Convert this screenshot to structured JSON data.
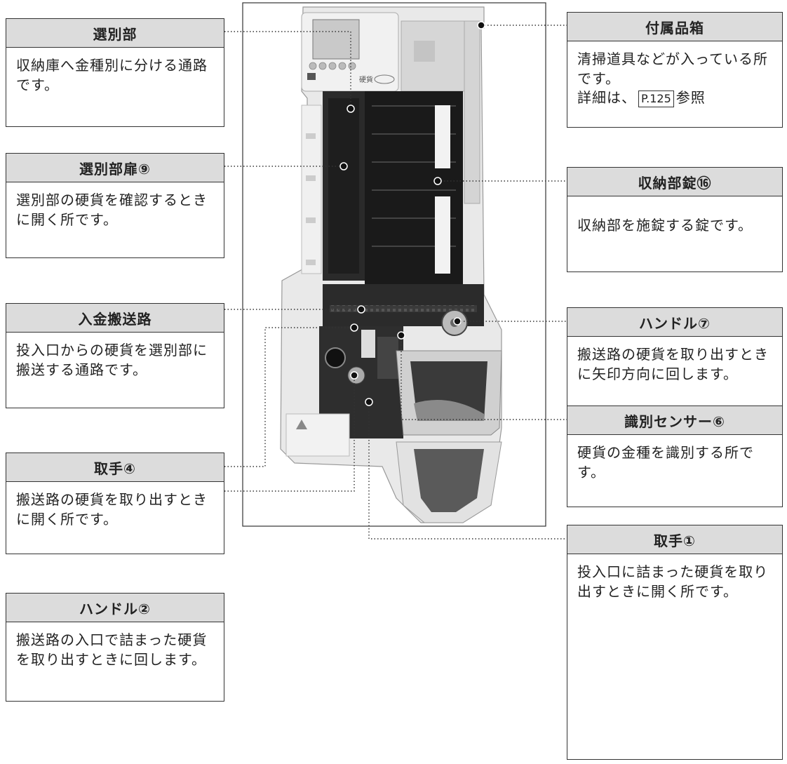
{
  "callouts": {
    "sorting_section": {
      "title": "選別部",
      "desc": "収納庫へ金種別に分ける通路です。"
    },
    "sorting_door": {
      "title": "選別部扉⑨",
      "desc": "選別部の硬貨を確認するときに開く所です。"
    },
    "deposit_path": {
      "title": "入金搬送路",
      "desc": "投入口からの硬貨を選別部に搬送する通路です。"
    },
    "grip_4": {
      "title": "取手④",
      "desc": "搬送路の硬貨を取り出すときに開く所です。"
    },
    "handle_2": {
      "title": "ハンドル②",
      "desc": "搬送路の入口で詰まった硬貨を取り出すときに回します。"
    },
    "accessory_box": {
      "title": "付属品箱",
      "desc": "清掃道具などが入っている所です。",
      "detail_prefix": "詳細は、",
      "page_ref": "P.125",
      "detail_suffix": "参照"
    },
    "storage_lock": {
      "title": "収納部錠⑯",
      "desc": "収納部を施錠する錠です。"
    },
    "handle_7": {
      "title": "ハンドル⑦",
      "desc": "搬送路の硬貨を取り出すときに矢印方向に回します。"
    },
    "sensor_6": {
      "title": "識別センサー⑥",
      "desc": "硬貨の金種を識別する所です。"
    },
    "grip_1": {
      "title": "取手①",
      "desc": "投入口に詰まった硬貨を取り出すときに開く所です。"
    }
  },
  "device_panel": {
    "brand_text": "硬貨"
  }
}
